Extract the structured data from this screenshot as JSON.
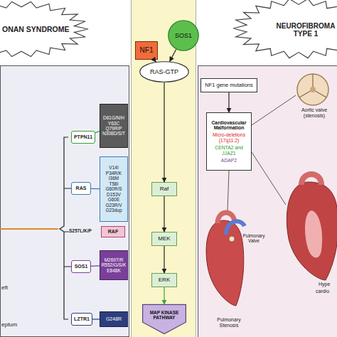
{
  "diagram": {
    "nodes": [
      {
        "text": [
          "ONAN SYNDROME"
        ]
      },
      {
        "text": [
          "PTPN11"
        ]
      },
      {
        "text": [
          "D61G/N/H",
          "Y63C",
          "Q79R/P",
          "N308D/S/T"
        ]
      },
      {
        "text": [
          "RAS"
        ]
      },
      {
        "text": [
          "V14I",
          "P34R/K",
          "I36M",
          "T58I",
          "G60R/S",
          "D153V",
          "G60E",
          "G23R/V",
          "G23dup"
        ]
      },
      {
        "text": [
          "RAF"
        ]
      },
      {
        "text": [
          "SOS1"
        ]
      },
      {
        "text": [
          "M269T/R",
          "R552/G/S/K",
          "E848K"
        ]
      },
      {
        "text": [
          "LZTR1"
        ]
      },
      {
        "text": [
          "G248R"
        ]
      },
      {
        "text": [
          "NF1"
        ]
      },
      {
        "text": [
          "SOS1"
        ]
      },
      {
        "text": [
          "RAS-GTP"
        ]
      },
      {
        "text": [
          "Raf"
        ]
      },
      {
        "text": [
          "MEK"
        ]
      },
      {
        "text": [
          "ERK"
        ]
      },
      {
        "text": [
          "MAP KINASE PATHWAY"
        ]
      },
      {
        "text": [
          "NEUROFIBROMA TYPE 1"
        ]
      },
      {
        "text": [
          "NF1 gene mutations"
        ]
      },
      {
        "text": [
          "Cardiovascular Malformation",
          "Micro-deletions (17q11.2)",
          "CENTA2 and JJAZ1",
          "ADAP2"
        ]
      }
    ],
    "edges": [
      {
        "from": 1,
        "to": 2,
        "arrow": "none"
      },
      {
        "from": 3,
        "to": 4,
        "arrow": "none"
      },
      {
        "from": 6,
        "to": 7,
        "arrow": "none"
      },
      {
        "from": 8,
        "to": 9,
        "arrow": "none"
      },
      {
        "from": 10,
        "to": 12,
        "arrow": "to"
      },
      {
        "from": 11,
        "to": 12,
        "arrow": "to"
      },
      {
        "from": 12,
        "to": 13,
        "arrow": "to"
      },
      {
        "from": 13,
        "to": 14,
        "arrow": "to"
      },
      {
        "from": 14,
        "to": 15,
        "arrow": "to"
      },
      {
        "from": 15,
        "to": 16,
        "arrow": "to"
      },
      {
        "from": 18,
        "to": 19,
        "arrow": "to"
      }
    ],
    "labels": [
      "S257L/K/P",
      "eft",
      "eptum",
      "Aortic valve (stenosis)",
      "Pulmonary Valve",
      "Pulmonary Stenosis",
      "Hype",
      "cardio"
    ]
  }
}
